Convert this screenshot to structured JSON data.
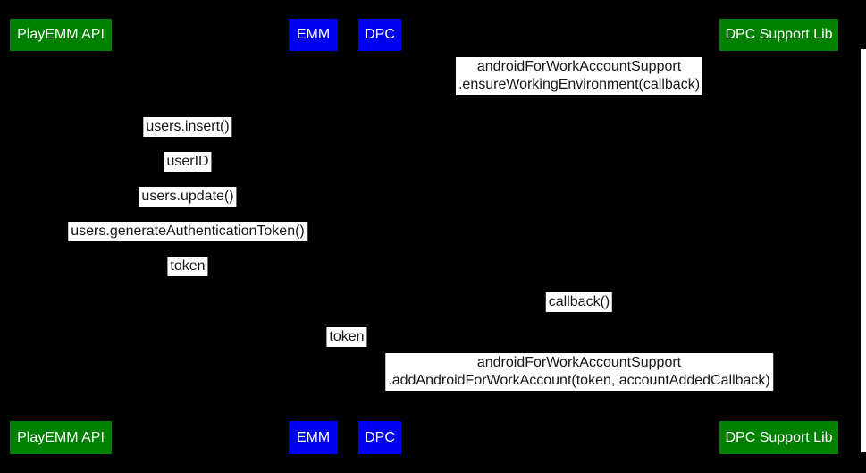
{
  "diagram": {
    "type": "sequence-diagram",
    "background_color": "#000000",
    "message_label_bg_color": "#ffffff",
    "message_label_text_color": "#161616",
    "participant_text_color": "#ffffff",
    "participants": [
      {
        "label": "PlayEMM API",
        "color": "#008000"
      },
      {
        "label": "EMM",
        "color": "#0000f0"
      },
      {
        "label": "DPC",
        "color": "#0000f0"
      },
      {
        "label": "DPC Support Lib",
        "color": "#008000"
      }
    ],
    "messages": [
      {
        "lines": [
          "androidForWorkAccountSupport",
          ".ensureWorkingEnvironment(callback)"
        ]
      },
      {
        "lines": [
          "users.insert()"
        ]
      },
      {
        "lines": [
          "userID"
        ]
      },
      {
        "lines": [
          "users.update()"
        ]
      },
      {
        "lines": [
          "users.generateAuthenticationToken()"
        ]
      },
      {
        "lines": [
          "token"
        ]
      },
      {
        "lines": [
          "callback()"
        ]
      },
      {
        "lines": [
          "token"
        ]
      },
      {
        "lines": [
          "androidForWorkAccountSupport",
          ".addAndroidForWorkAccount(token, accountAddedCallback)"
        ]
      }
    ],
    "scrollbar": {
      "color": "#ffffff"
    }
  }
}
